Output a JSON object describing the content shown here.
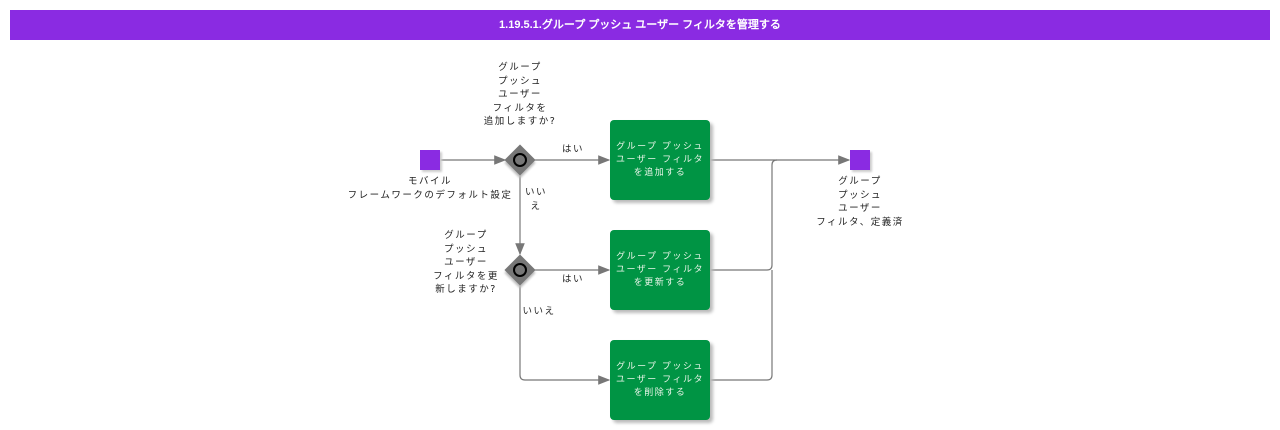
{
  "title": "1.19.5.1.グループ プッシュ ユーザー フィルタを管理する",
  "start_event": "モバイル\nフレームワークのデフォルト設定",
  "end_event": "グループ\nプッシュ\nユーザー\nフィルタ、定義済",
  "gateway1": "グループ\nプッシュ\nユーザー\nフィルタを\n追加しますか?",
  "gateway2": "グループ\nプッシュ\nユーザー\nフィルタを更\n新しますか?",
  "tasks": [
    "グループ プッシュ\nユーザー フィルタ\nを追加する",
    "グループ プッシュ\nユーザー フィルタ\nを更新する",
    "グループ プッシュ\nユーザー フィルタ\nを削除する"
  ],
  "flows": {
    "g1_yes": "はい",
    "g1_no": "いい\nえ",
    "g2_yes": "はい",
    "g2_no": "いいえ"
  },
  "colors": {
    "title": "#8a2be2",
    "task": "#009444",
    "event": "#8a2be2"
  }
}
